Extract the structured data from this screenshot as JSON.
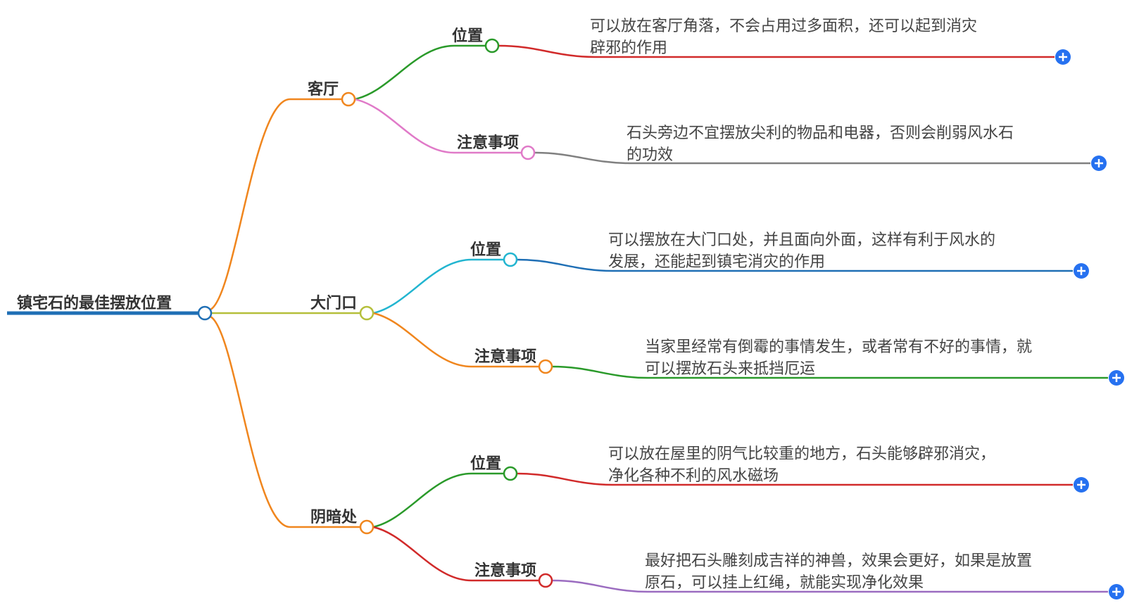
{
  "root": {
    "label": "镇宅石的最佳摆放位置"
  },
  "branches": [
    {
      "label": "客厅",
      "children": [
        {
          "label": "位置",
          "text": [
            "可以放在客厅角落，不会占用过多面积，还可以起到消灾",
            "辟邪的作用"
          ]
        },
        {
          "label": "注意事项",
          "text": [
            "石头旁边不宜摆放尖利的物品和电器，否则会削弱风水石",
            "的功效"
          ]
        }
      ]
    },
    {
      "label": "大门口",
      "children": [
        {
          "label": "位置",
          "text": [
            "可以摆放在大门口处，并且面向外面，这样有利于风水的",
            "发展，还能起到镇宅消灾的作用"
          ]
        },
        {
          "label": "注意事项",
          "text": [
            "当家里经常有倒霉的事情发生，或者常有不好的事情，就",
            "可以摆放石头来抵挡厄运"
          ]
        }
      ]
    },
    {
      "label": "阴暗处",
      "children": [
        {
          "label": "位置",
          "text": [
            "可以放在屋里的阴气比较重的地方，石头能够辟邪消灾，",
            "净化各种不利的风水磁场"
          ]
        },
        {
          "label": "注意事项",
          "text": [
            "最好把石头雕刻成吉祥的神兽，效果会更好，如果是放置",
            "原石，可以挂上红绳，就能实现净化效果"
          ]
        }
      ]
    }
  ],
  "colors": {
    "root": "#1f6fb5",
    "orange": "#f0861e",
    "olive": "#b5bf3a",
    "green": "#2a9a2a",
    "pink": "#e07ac8",
    "cyan": "#22b5d0",
    "red": "#d12a2a",
    "gray": "#808080",
    "purple": "#9b6cc0",
    "plus": "#2671f0"
  },
  "icons": {
    "expand": "plus-circle-icon"
  }
}
